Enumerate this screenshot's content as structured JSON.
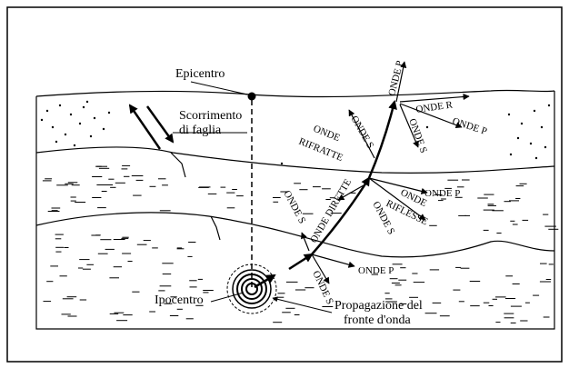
{
  "labels": {
    "epicentro": "Epicentro",
    "scorrimento_line1": "Scorrimento",
    "scorrimento_line2": "di faglia",
    "ipocentro": "Ipocentro",
    "propagazione_line1": "Propagazione del",
    "propagazione_line2": "fronte d'onda",
    "onde_dirette": "ONDE DIRETTE",
    "onde_rifratte_line1": "ONDE",
    "onde_rifratte_line2": "RIFRATTE",
    "onde_riflesse_line1": "ONDE",
    "onde_riflesse_line2": "RIFLESSE",
    "onde_p_top": "ONDE P",
    "onde_r": "ONDE R",
    "onde_p_right_top": "ONDE P",
    "onde_s_top_left": "ONDE S",
    "onde_s_top_right": "ONDE S",
    "onde_p_mid": "ONDE P",
    "onde_s_mid_left": "ONDE S",
    "onde_s_mid_right": "ONDE S",
    "onde_p_low": "ONDE P",
    "onde_s_low": "ONDE S"
  }
}
